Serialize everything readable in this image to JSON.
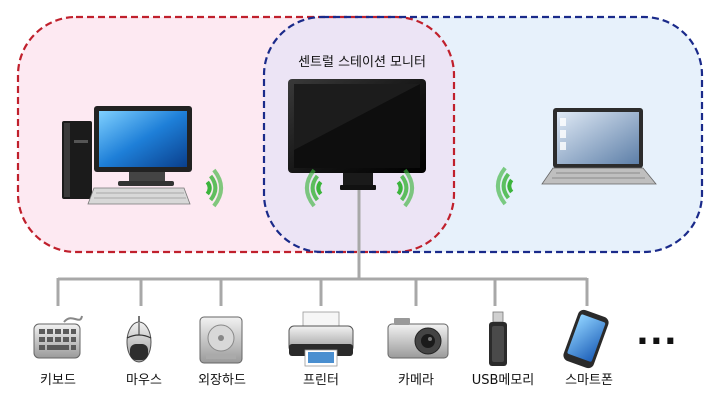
{
  "diagram": {
    "center_label": "센트럴 스테이션 모니터",
    "more": "...",
    "devices": [
      {
        "name": "키보드"
      },
      {
        "name": "마우스"
      },
      {
        "name": "외장하드"
      },
      {
        "name": "프린터"
      },
      {
        "name": "카메라"
      },
      {
        "name": "USB메모리"
      },
      {
        "name": "스마트폰"
      }
    ]
  },
  "colors": {
    "left_zone_fill": "#fde9f2",
    "left_zone_border": "#c0202c",
    "right_zone_fill": "#e7f1fb",
    "right_zone_border": "#1a2a8a",
    "overlap_fill": "#ece4f5",
    "connector": "#a8a8a8",
    "wireless": "#3cb43c"
  }
}
